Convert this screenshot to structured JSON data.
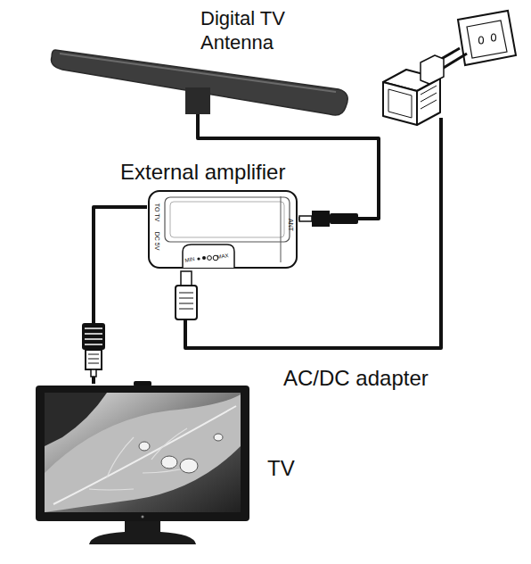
{
  "diagram": {
    "nodes": [
      {
        "text": [
          "Digital TV Antenna"
        ]
      },
      {
        "text": [
          "External amplifier"
        ]
      },
      {
        "text": [
          "TV"
        ]
      }
    ],
    "edges": [
      {
        "from": 0,
        "to": 1,
        "arrow": "none"
      },
      {
        "from": 1,
        "to": 2,
        "arrow": "none"
      }
    ],
    "labels": [
      "TO TV",
      "DC 5V",
      "ANT",
      "MIN",
      "MAX",
      "AC/DC adapter"
    ]
  }
}
